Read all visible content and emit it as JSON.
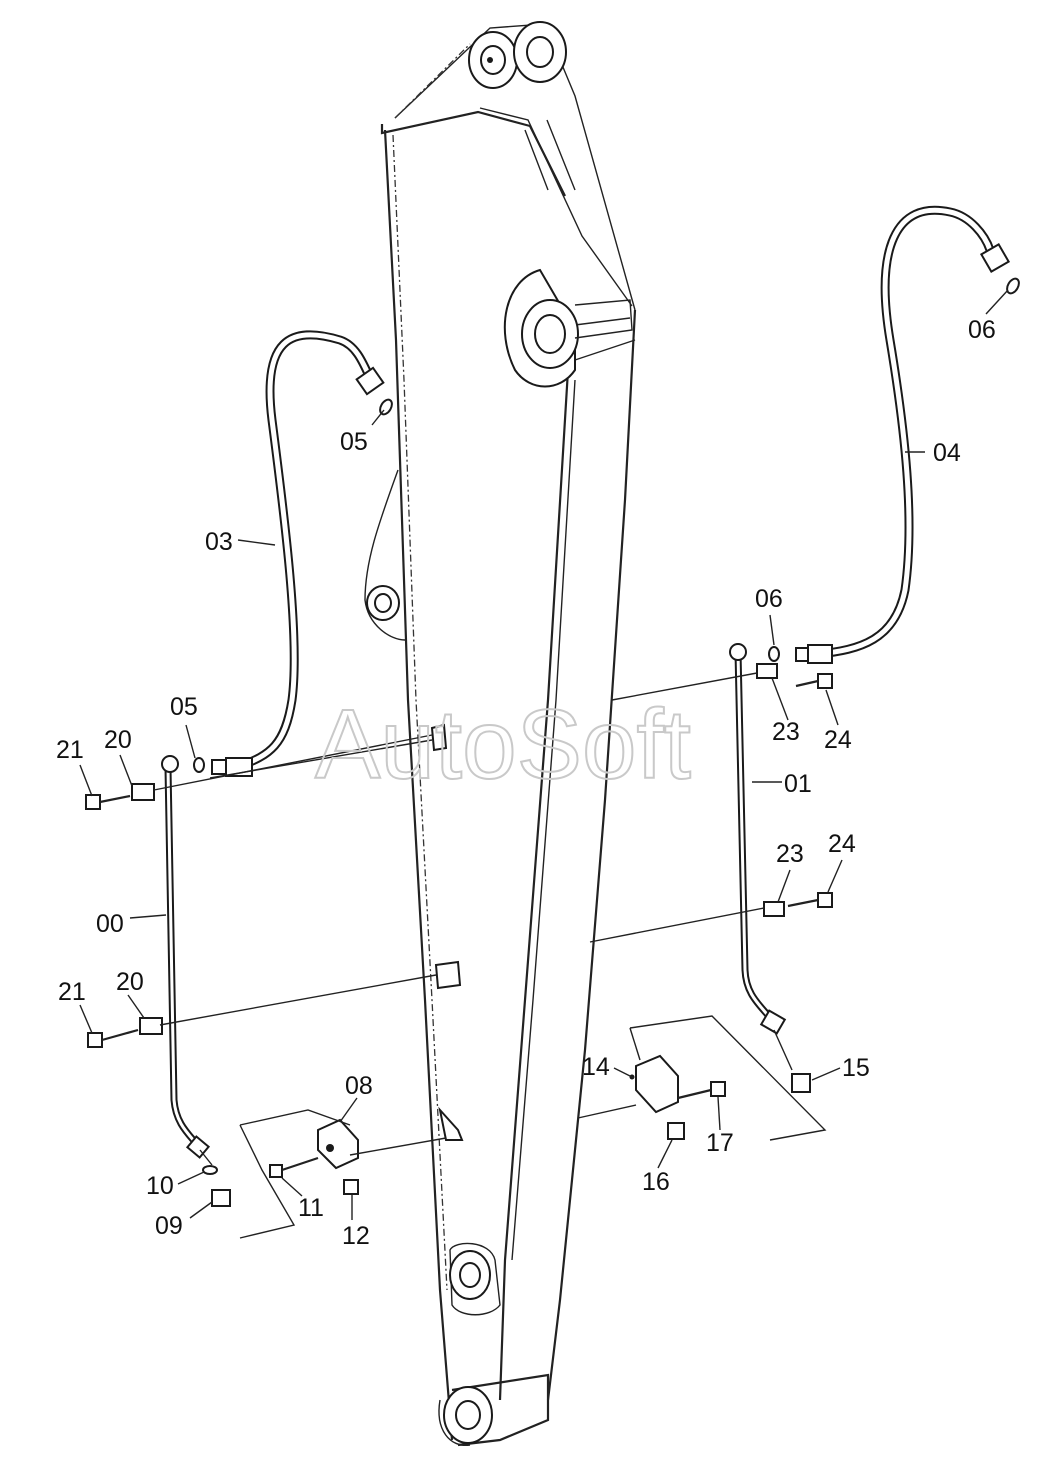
{
  "watermark": "AutoSoft",
  "part_labels": {
    "p00": "00",
    "p01": "01",
    "p03": "03",
    "p04": "04",
    "p05a": "05",
    "p05b": "05",
    "p06a": "06",
    "p06b": "06",
    "p08": "08",
    "p09": "09",
    "p10": "10",
    "p11": "11",
    "p12": "12",
    "p14": "14",
    "p15": "15",
    "p16": "16",
    "p17": "17",
    "p20a": "20",
    "p20b": "20",
    "p21a": "21",
    "p21b": "21",
    "p23a": "23",
    "p23b": "23",
    "p24a": "24",
    "p24b": "24"
  }
}
